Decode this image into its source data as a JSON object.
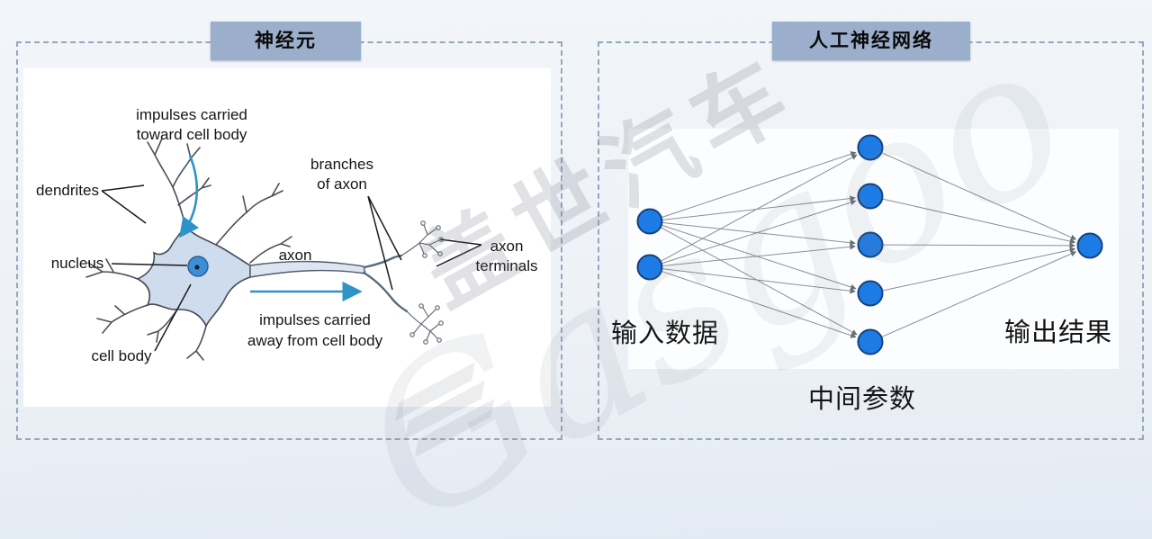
{
  "watermark": {
    "cn": "盖世汽车",
    "en": "Gasgoo"
  },
  "left_panel": {
    "title": "神经元",
    "labels": {
      "impulses_toward_1": "impulses carried",
      "impulses_toward_2": "toward cell body",
      "dendrites": "dendrites",
      "nucleus": "nucleus",
      "cell_body": "cell body",
      "axon": "axon",
      "branches_1": "branches",
      "branches_2": "of axon",
      "terminals_1": "axon",
      "terminals_2": "terminals",
      "impulses_away_1": "impulses carried",
      "impulses_away_2": "away from cell body"
    }
  },
  "right_panel": {
    "title": "人工神经网络",
    "labels": {
      "input": "输入数据",
      "hidden": "中间参数",
      "output": "输出结果"
    },
    "network": {
      "input_count": 2,
      "hidden_count": 5,
      "output_count": 1,
      "node_radius": 13.5,
      "node_color": "#1d7be5",
      "node_border": "#17427c",
      "edge_color": "#8a8f93",
      "input_nodes": [
        [
          57,
          200
        ],
        [
          57,
          251
        ]
      ],
      "hidden_nodes": [
        [
          302,
          118
        ],
        [
          302,
          172
        ],
        [
          302,
          226
        ],
        [
          302,
          280
        ],
        [
          302,
          334
        ]
      ],
      "output_nodes": [
        [
          546,
          227
        ]
      ]
    }
  },
  "colors": {
    "title_box_bg": "#9bafcc",
    "panel_border": "#94a8bd",
    "neuron_body_fill": "#cfdcee",
    "nucleus_fill": "#3e8ed6",
    "impulse_arrow_blue": "#2e93c9",
    "background_top": "#f2f5f9",
    "background_bottom": "#e2eaf3"
  }
}
